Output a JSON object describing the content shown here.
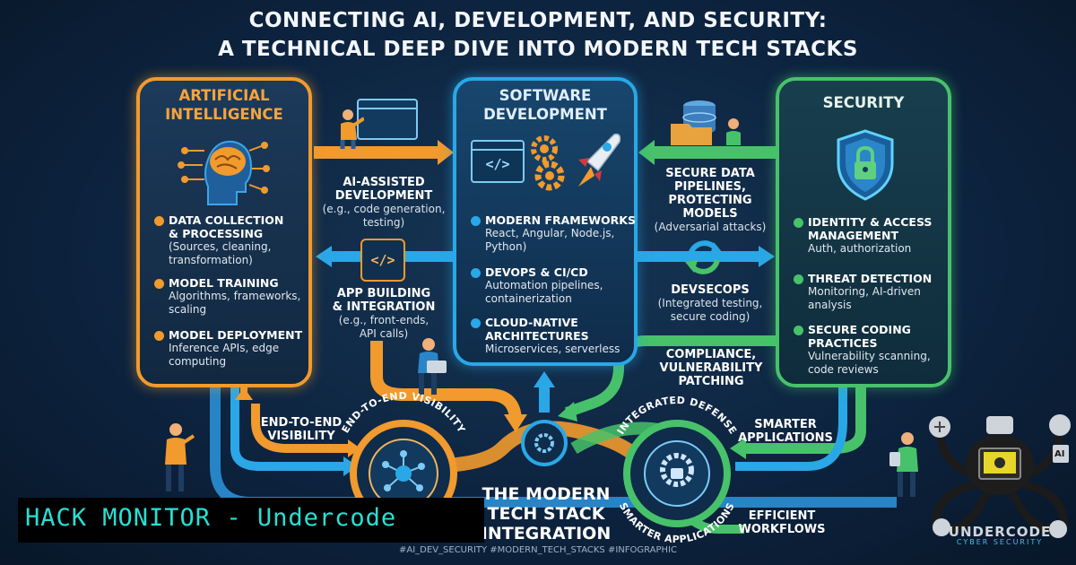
{
  "title": {
    "line1": "CONNECTING AI, DEVELOPMENT, AND SECURITY:",
    "line2": "A TECHNICAL DEEP DIVE INTO MODERN TECH STACKS"
  },
  "panels": {
    "ai": {
      "title_line1": "ARTIFICIAL",
      "title_line2": "INTELLIGENCE",
      "items": [
        {
          "h1": "DATA COLLECTION",
          "h2": "& PROCESSING",
          "s1": "(Sources, cleaning,",
          "s2": "transformation)"
        },
        {
          "h1": "MODEL TRAINING",
          "s1": "Algorithms, frameworks,",
          "s2": "scaling"
        },
        {
          "h1": "MODEL DEPLOYMENT",
          "s1": "Inference APIs, edge",
          "s2": "computing"
        }
      ]
    },
    "sd": {
      "title_line1": "SOFTWARE",
      "title_line2": "DEVELOPMENT",
      "code_glyph": "</>",
      "items": [
        {
          "h1": "MODERN FRAMEWORKS",
          "s1": "React, Angular, Node.js,",
          "s2": "Python)"
        },
        {
          "h1": "DEVOPS & CI/CD",
          "s1": "Automation pipelines,",
          "s2": "containerization"
        },
        {
          "h1": "CLOUD-NATIVE",
          "h2": "ARCHITECTURES",
          "s1": "Microservices, serverless"
        }
      ]
    },
    "sec": {
      "title": "SECURITY",
      "items": [
        {
          "h1": "IDENTITY & ACCESS",
          "h2": "MANAGEMENT",
          "s1": "Auth, authorization"
        },
        {
          "h1": "THREAT DETECTION",
          "s1": "Monitoring, AI-driven",
          "s2": "analysis"
        },
        {
          "h1": "SECURE CODING",
          "h2": "PRACTICES",
          "s1": "Vulnerability scanning,",
          "s2": "code reviews"
        }
      ]
    }
  },
  "connectors": {
    "ai_assisted": {
      "h1": "AI-ASSISTED",
      "h2": "DEVELOPMENT",
      "s1": "(e.g., code generation,",
      "s2": "testing)"
    },
    "app_building": {
      "h1": "APP BUILDING",
      "h2": "& INTEGRATION",
      "s1": "(e.g., front-ends,",
      "s2": "API calls)",
      "code_glyph": "</>"
    },
    "secure_data": {
      "h1": "SECURE DATA",
      "h2": "PIPELINES,",
      "h3": "PROTECTING MODELS",
      "s1": "(Adversarial attacks)"
    },
    "devsecops": {
      "h1": "DEVSECOPS",
      "s1": "(Integrated testing,",
      "s2": "secure coding)"
    },
    "compliance": {
      "h1": "COMPLIANCE,",
      "h2": "VULNERABILITY",
      "h3": "PATCHING"
    },
    "e2e_left": {
      "h1": "END-TO-END",
      "h2": "VISIBILITY"
    },
    "smarter_right": {
      "h1": "SMARTER",
      "h2": "APPLICATIONS"
    },
    "efficient": {
      "h1": "EFFICIENT",
      "h2": "WORKFLOWS"
    },
    "curve_e2e": "END-TO-END VISIBILITY",
    "curve_defense": "INTEGRATED DEFENSE",
    "curve_smarter": "SMARTER APPLICATIONS"
  },
  "center": {
    "line1": "THE MODERN",
    "line2": "TECH STACK",
    "line3": "INTEGRATION"
  },
  "banner": "HACK MONITOR - Undercode",
  "hashtags": "#AI_DEV_SECURITY #MODERN_TECH_STACKS #INFOGRAPHIC",
  "logo": {
    "name": "UNDERCODE",
    "sub": "CYBER SECURITY",
    "badge": "AI"
  },
  "colors": {
    "ai": "#f19a2d",
    "sd": "#2aa7e6",
    "sec": "#47c26a",
    "banner_text": "#28e0d4"
  }
}
